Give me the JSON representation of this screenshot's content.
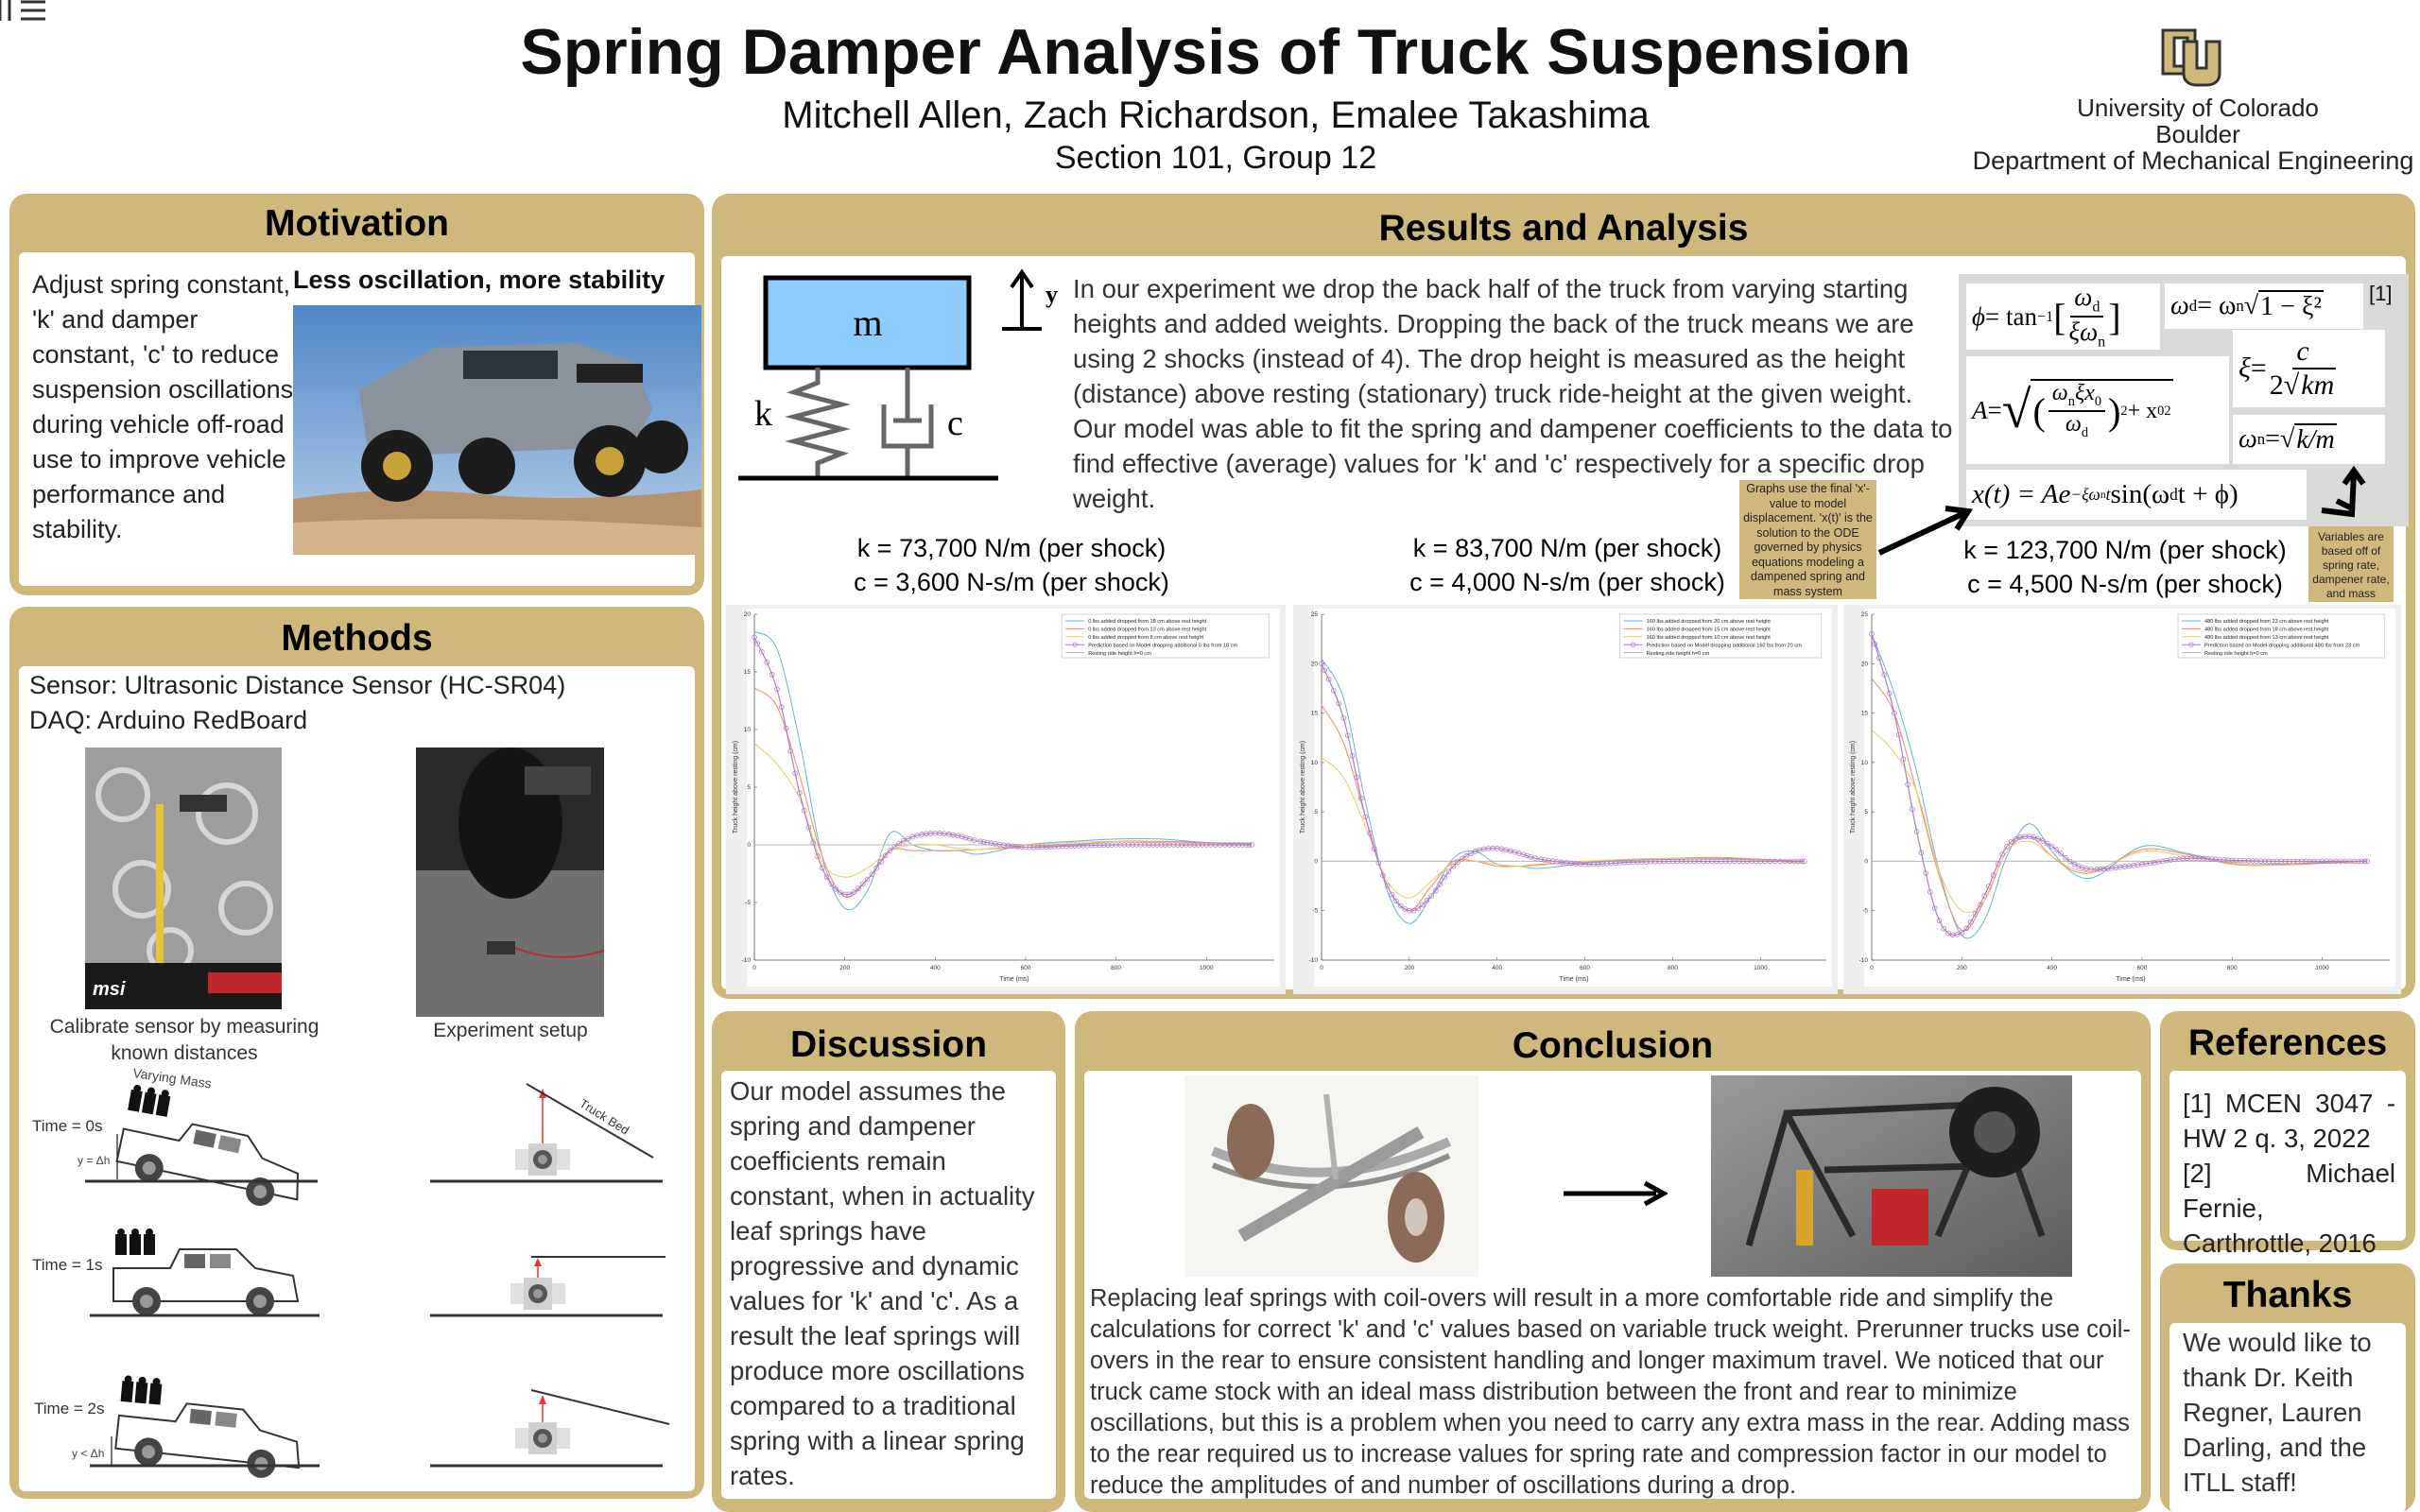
{
  "header": {
    "title": "Spring Damper Analysis of Truck Suspension",
    "authors": "Mitchell Allen, Zach Richardson, Emalee Takashima",
    "section": "Section 101, Group 12",
    "university_line1": "University of Colorado",
    "university_line2": "Boulder",
    "department": "Department of Mechanical Engineering",
    "logo_text": "CU"
  },
  "colors": {
    "gold": "#CFB87C",
    "mass_blue": "#8ecbff"
  },
  "motivation": {
    "title": "Motivation",
    "text": "Adjust spring constant, 'k' and damper constant, 'c' to reduce suspension oscillations during vehicle off-road use to improve vehicle performance and stability.",
    "image_heading": "Less oscillation, more stability"
  },
  "methods": {
    "title": "Methods",
    "sensor": "Sensor: Ultrasonic Distance Sensor (HC-SR04)",
    "daq": "DAQ: Arduino RedBoard",
    "calibrate_caption": "Calibrate sensor by measuring known distances",
    "setup_caption": "Experiment setup",
    "photo_brand_text": "msi",
    "diagram": {
      "varying_mass": "Varying Mass",
      "truck_bed": "Truck Bed",
      "rows": [
        {
          "time": "Time = 0s",
          "height": "y = Δh"
        },
        {
          "time": "Time = 1s",
          "height": ""
        },
        {
          "time": "Time = 2s",
          "height": "y < Δh"
        }
      ]
    }
  },
  "results": {
    "title": "Results and Analysis",
    "diagram": {
      "mass": "m",
      "spring": "k",
      "damper": "c",
      "axis": "y"
    },
    "text": "In our experiment we drop the back half of the truck from varying starting heights and added weights. Dropping the back of the truck means we are using 2 shocks (instead of 4). The drop height is measured as the height (distance) above resting (stationary) truck ride-height at the given weight. Our model was able to fit the spring and dampener coefficients to the data to find effective (average) values for 'k' and 'c' respectively for a specific drop weight.",
    "equations": {
      "phi": [
        "ϕ",
        " = tan",
        "−1",
        "ω",
        "d",
        "ξω",
        "n"
      ],
      "omega_d": [
        "ω",
        "d",
        " = ω",
        "n",
        "1 − ξ²"
      ],
      "amplitude": [
        "A",
        " = ",
        "ω",
        "n",
        "ξx",
        "0",
        "ω",
        "d",
        "2",
        " + x",
        "0",
        "2"
      ],
      "xi": [
        "ξ",
        " = ",
        "c",
        "2",
        "km"
      ],
      "omega_n": [
        "ω",
        "n",
        " = ",
        "k/m"
      ],
      "solution": [
        "x(t) = Ae",
        "−ξω",
        "n",
        "t",
        " sin(ω",
        "d",
        "t + ϕ)"
      ],
      "citation": "[1]"
    },
    "note_graphs": "Graphs use the final 'x'-value to model displacement. 'x(t)' is the solution to the ODE governed by physics equations modeling a dampened spring and mass system",
    "note_variables": "Variables are based off of spring rate, dampener rate, and mass",
    "coefficients": [
      {
        "k": "k = 73,700 N/m (per shock)",
        "c": "c =  3,600 N-s/m (per shock)"
      },
      {
        "k": "k = 83,700 N/m (per shock)",
        "c": "c =  4,000 N-s/m (per shock)"
      },
      {
        "k": "k = 123,700 N/m (per shock)",
        "c": "c =  4,500 N-s/m (per shock)"
      }
    ]
  },
  "chart_data": [
    {
      "type": "line",
      "xlabel": "Time (ms)",
      "ylabel": "Truck height above resting (cm)",
      "xlim": [
        0,
        1150
      ],
      "ylim": [
        -10,
        20
      ],
      "xticks": [
        0,
        200,
        400,
        600,
        800,
        1000
      ],
      "yticks": [
        -10,
        -5,
        0,
        5,
        10,
        15,
        20
      ],
      "grid": false,
      "legend_position": "top-right",
      "x": [
        0,
        50,
        100,
        150,
        200,
        250,
        300,
        350,
        400,
        450,
        500,
        600,
        700,
        800,
        900,
        1000,
        1100
      ],
      "series": [
        {
          "name": "0 lbs added dropped from 18 cm above rest height",
          "color": "#5fb4e6",
          "values": [
            18.5,
            17,
            9,
            -1,
            -5.5,
            -4,
            1,
            0,
            -0.5,
            -0.5,
            -0.8,
            0,
            0.3,
            0.5,
            0.5,
            0.2,
            0.1
          ]
        },
        {
          "name": "0 lbs added dropped from 13 cm above rest height",
          "color": "#f08a6a",
          "values": [
            13.6,
            12,
            6,
            -1,
            -4.5,
            -3,
            -0.5,
            -0.5,
            -0.5,
            -0.5,
            -0.4,
            -0.2,
            0,
            0.3,
            0.3,
            0.2,
            0
          ]
        },
        {
          "name": "0 lbs added dropped from 8 cm above rest height",
          "color": "#f5c75a",
          "values": [
            8.8,
            7,
            4,
            -1.5,
            -2.8,
            -2,
            -0.5,
            0,
            0,
            -0.3,
            -0.4,
            0,
            0.2,
            0.3,
            0.2,
            0.1,
            0
          ]
        },
        {
          "name": "Prediction based on Model dropping additional 0 lbs from 18 cm",
          "color": "#b07cc6",
          "marker": "circle",
          "values": [
            18,
            13.5,
            4.5,
            -2,
            -4.3,
            -3,
            -0.5,
            0.7,
            1,
            0.8,
            0.3,
            -0.2,
            -0.1,
            0,
            0,
            0,
            0
          ]
        },
        {
          "name": "Resting ride height h=0 cm",
          "color": "#b5b5b5",
          "values": [
            0,
            0,
            0,
            0,
            0,
            0,
            0,
            0,
            0,
            0,
            0,
            0,
            0,
            0,
            0,
            0,
            0
          ]
        }
      ]
    },
    {
      "type": "line",
      "xlabel": "Time (ms)",
      "ylabel": "Truck height above resting (cm)",
      "xlim": [
        0,
        1150
      ],
      "ylim": [
        -10,
        25
      ],
      "xticks": [
        0,
        200,
        400,
        600,
        800,
        1000
      ],
      "yticks": [
        -10,
        -5,
        0,
        5,
        10,
        15,
        20,
        25
      ],
      "grid": false,
      "legend_position": "top-right",
      "x": [
        0,
        50,
        100,
        150,
        200,
        250,
        300,
        350,
        400,
        450,
        500,
        600,
        700,
        800,
        900,
        1000,
        1100
      ],
      "series": [
        {
          "name": "160 lbs added dropped from 20 cm above rest height",
          "color": "#5fb4e6",
          "values": [
            20.5,
            16.5,
            6,
            -3,
            -6.3,
            -3.5,
            0.3,
            1,
            -0.3,
            -0.5,
            -0.7,
            -0.2,
            0.1,
            0.2,
            0.3,
            0.2,
            0
          ]
        },
        {
          "name": "160 lbs added dropped from 15 cm above rest height",
          "color": "#f08a6a",
          "values": [
            15.8,
            12,
            4.5,
            -2.5,
            -5,
            -2.5,
            0,
            0,
            -0.5,
            -0.5,
            -0.3,
            -0.1,
            0.2,
            0.3,
            0.4,
            0.2,
            0
          ]
        },
        {
          "name": "160 lbs added dropped from 10 cm above rest height",
          "color": "#f5c75a",
          "values": [
            10.5,
            8.5,
            3.5,
            -2,
            -3.7,
            -2,
            -0.2,
            0,
            -0.3,
            -0.5,
            -0.4,
            0,
            0.2,
            0.3,
            0.2,
            0.1,
            -0.2
          ]
        },
        {
          "name": "Prediction based on Model dropping additional 160 lbs from 20 cm",
          "color": "#b07cc6",
          "marker": "circle",
          "values": [
            20,
            14.5,
            4.5,
            -2.5,
            -5,
            -3.5,
            -0.5,
            1,
            1.3,
            0.8,
            0.2,
            -0.3,
            -0.1,
            0,
            0,
            0,
            0
          ]
        },
        {
          "name": "Resting ride height h=0 cm",
          "color": "#b5b5b5",
          "values": [
            0,
            0,
            0,
            0,
            0,
            0,
            0,
            0,
            0,
            0,
            0,
            0,
            0,
            0,
            0,
            0,
            0
          ]
        }
      ]
    },
    {
      "type": "line",
      "xlabel": "Time (ms)",
      "ylabel": "Truck height above resting (cm)",
      "xlim": [
        0,
        1150
      ],
      "ylim": [
        -10,
        25
      ],
      "xticks": [
        0,
        200,
        400,
        600,
        800,
        1000
      ],
      "yticks": [
        -10,
        -5,
        0,
        5,
        10,
        15,
        20,
        25
      ],
      "grid": false,
      "legend_position": "top-right",
      "x": [
        0,
        50,
        100,
        150,
        200,
        250,
        300,
        350,
        400,
        450,
        500,
        600,
        700,
        800,
        900,
        1000,
        1100
      ],
      "series": [
        {
          "name": "480 lbs added dropped from 23 cm above rest height",
          "color": "#5fb4e6",
          "values": [
            23,
            17,
            9,
            -1,
            -7.5,
            -6,
            0.5,
            3.8,
            1,
            -1.3,
            -1.5,
            1.5,
            0.8,
            -0.2,
            -0.3,
            -0.1,
            0
          ]
        },
        {
          "name": "480 lbs added dropped from 18 cm above rest height",
          "color": "#f08a6a",
          "values": [
            18.5,
            15,
            7,
            -1.5,
            -7,
            -4,
            1,
            2.5,
            0.5,
            -1,
            -1,
            1.2,
            0.7,
            -0.3,
            -0.4,
            -0.2,
            0
          ]
        },
        {
          "name": "480 lbs added dropped from 13 cm above rest height",
          "color": "#f5c75a",
          "values": [
            13.3,
            11,
            7,
            -1,
            -5,
            -4,
            1,
            2,
            0.5,
            -0.8,
            -0.9,
            1,
            0.5,
            -0.2,
            -0.4,
            0,
            0
          ]
        },
        {
          "name": "Prediction based on Model dropping additional 480 lbs from 23 cm",
          "color": "#b07cc6",
          "marker": "circle",
          "values": [
            23,
            15,
            3,
            -6,
            -7.2,
            -3.5,
            1.5,
            2.5,
            1.5,
            -0.3,
            -0.8,
            -0.3,
            0.3,
            0.1,
            0,
            0,
            0
          ]
        },
        {
          "name": "Resting ride height h=0 cm",
          "color": "#b5b5b5",
          "values": [
            0,
            0,
            0,
            0,
            0,
            0,
            0,
            0,
            0,
            0,
            0,
            0,
            0,
            0,
            0,
            0,
            0
          ]
        }
      ]
    }
  ],
  "discussion": {
    "title": "Discussion",
    "text": "Our model assumes the spring and dampener coefficients remain constant, when in actuality leaf springs have progressive and dynamic values for 'k' and 'c'. As a result the leaf springs will produce more oscillations compared to a traditional spring with a linear spring rates."
  },
  "conclusion": {
    "title": "Conclusion",
    "text": "Replacing leaf springs with coil-overs will result in a more comfortable ride and simplify the calculations for correct 'k' and 'c' values based on variable truck weight. Prerunner trucks use coil-overs in the rear to ensure consistent handling and longer maximum travel. We noticed that our truck came stock with an ideal mass distribution between the front and rear to minimize oscillations, but this is a problem when you need to carry any extra mass in the rear. Adding mass to the rear required us to increase values for spring rate and compression factor in our model to reduce the amplitudes of and number of oscillations during a drop."
  },
  "references": {
    "title": "References",
    "items": [
      "[1]  MCEN  3047  - HW 2 q. 3, 2022",
      "[2] Michael Fernie, Carthrottle,  2016"
    ]
  },
  "thanks": {
    "title": "Thanks",
    "text": "We would like to thank Dr. Keith Regner, Lauren Darling, and the ITLL staff!"
  }
}
